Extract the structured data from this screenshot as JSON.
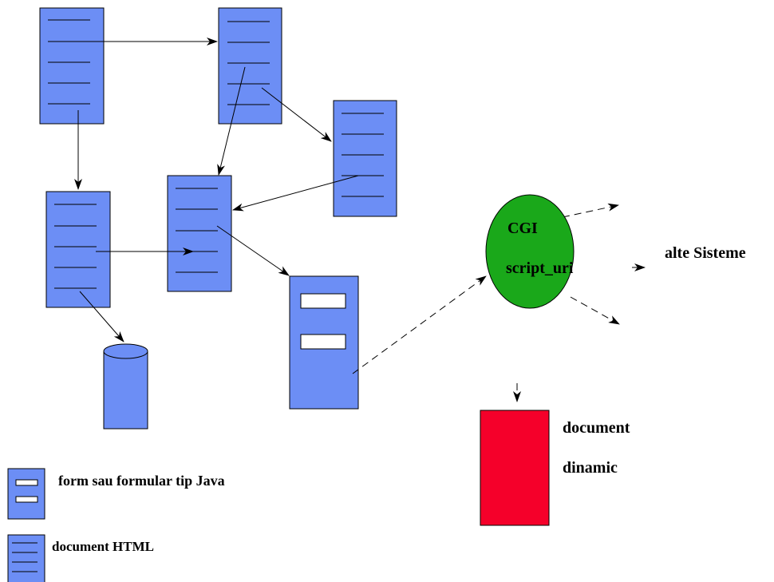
{
  "colors": {
    "doc_fill": "#6c8ef5",
    "cgi_fill": "#1aa81a",
    "dynamic_fill": "#f5002a",
    "stroke": "#000000"
  },
  "cgi": {
    "title": "CGI",
    "subtitle": "script_uri"
  },
  "external": {
    "label": "alte Sisteme"
  },
  "dynamic_doc": {
    "line1": "document",
    "line2": "dinamic"
  },
  "legend": {
    "form_label": "form sau formular tip Java",
    "html_label": "document HTML"
  },
  "icons": {
    "html_document": "document-lines-icon",
    "form_document": "form-fields-icon",
    "database": "cylinder-icon"
  }
}
